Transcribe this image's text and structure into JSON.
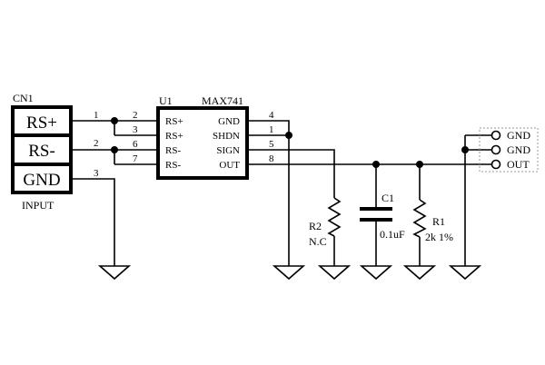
{
  "connector_cn1": {
    "ref": "CN1",
    "caption": "INPUT",
    "rows": [
      "RS+",
      "RS-",
      "GND"
    ],
    "pin_numbers": [
      "1",
      "2",
      "3"
    ]
  },
  "ic_u1": {
    "ref": "U1",
    "part": "MAX741",
    "left_pins": [
      {
        "num": "2",
        "name": "RS+"
      },
      {
        "num": "3",
        "name": "RS+"
      },
      {
        "num": "6",
        "name": "RS-"
      },
      {
        "num": "7",
        "name": "RS-"
      }
    ],
    "right_pins": [
      {
        "num": "4",
        "name": "GND"
      },
      {
        "num": "1",
        "name": "SHDN"
      },
      {
        "num": "5",
        "name": "SIGN"
      },
      {
        "num": "8",
        "name": "OUT"
      }
    ]
  },
  "r2": {
    "ref": "R2",
    "value": "N.C"
  },
  "c1": {
    "ref": "C1",
    "value": "0.1uF"
  },
  "r1": {
    "ref": "R1",
    "value": "2k 1%"
  },
  "output_connector": {
    "labels": [
      "GND",
      "GND",
      "OUT"
    ]
  }
}
